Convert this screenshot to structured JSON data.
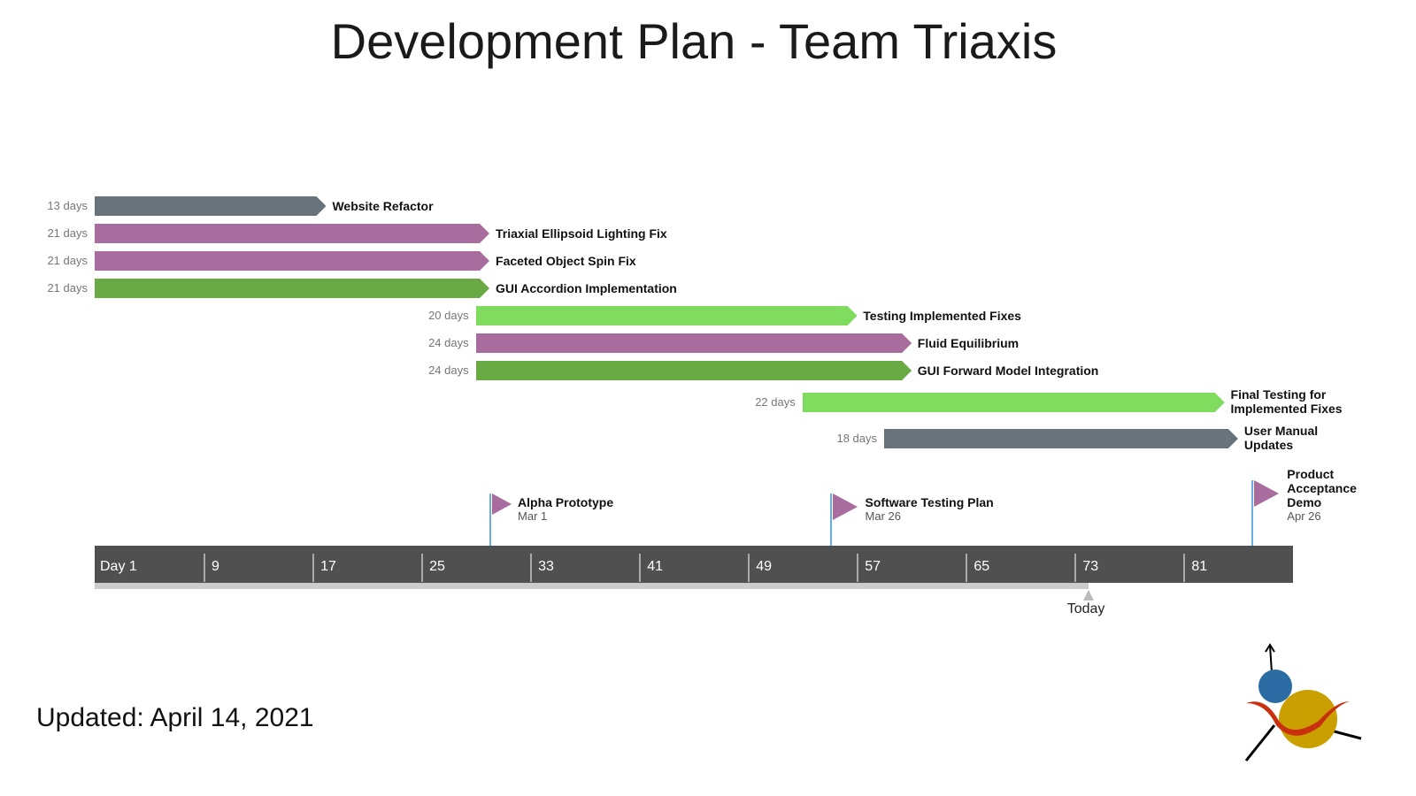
{
  "title": "Development Plan - Team Triaxis",
  "updated": "Updated: April 14, 2021",
  "colors": {
    "gray": "#68737b",
    "purple": "#a96c9e",
    "green": "#6aaa44",
    "lightgreen": "#80dc5e"
  },
  "tasks": [
    {
      "label": "Website Refactor",
      "duration": "13 days",
      "start": 1,
      "end": 18,
      "color": "gray"
    },
    {
      "label": "Triaxial Ellipsoid Lighting Fix",
      "duration": "21 days",
      "start": 1,
      "end": 30,
      "color": "purple"
    },
    {
      "label": "Faceted Object Spin Fix",
      "duration": "21 days",
      "start": 1,
      "end": 30,
      "color": "purple"
    },
    {
      "label": "GUI Accordion Implementation",
      "duration": "21 days",
      "start": 1,
      "end": 30,
      "color": "green"
    },
    {
      "label": "Testing Implemented Fixes",
      "duration": "20 days",
      "start": 29,
      "end": 57,
      "color": "lightgreen"
    },
    {
      "label": "Fluid Equilibrium",
      "duration": "24 days",
      "start": 29,
      "end": 61,
      "color": "purple"
    },
    {
      "label": "GUI Forward Model Integration",
      "duration": "24 days",
      "start": 29,
      "end": 61,
      "color": "green"
    },
    {
      "label": "Final Testing for Implemented Fixes",
      "duration": "22 days",
      "start": 53,
      "end": 84,
      "color": "lightgreen"
    },
    {
      "label": "User Manual Updates",
      "duration": "18 days",
      "start": 59,
      "end": 85,
      "color": "gray"
    }
  ],
  "ticks": [
    "Day 1",
    "9",
    "17",
    "25",
    "33",
    "41",
    "49",
    "57",
    "65",
    "73",
    "81"
  ],
  "milestones": [
    {
      "label": "Alpha Prototype",
      "date": "Mar 1",
      "day": 30
    },
    {
      "label": "Software Testing Plan",
      "date": "Mar 26",
      "day": 55
    },
    {
      "label": "Product Acceptance Demo",
      "date": "Apr 26",
      "day": 86
    }
  ],
  "today": {
    "label": "Today",
    "day": 74
  }
}
